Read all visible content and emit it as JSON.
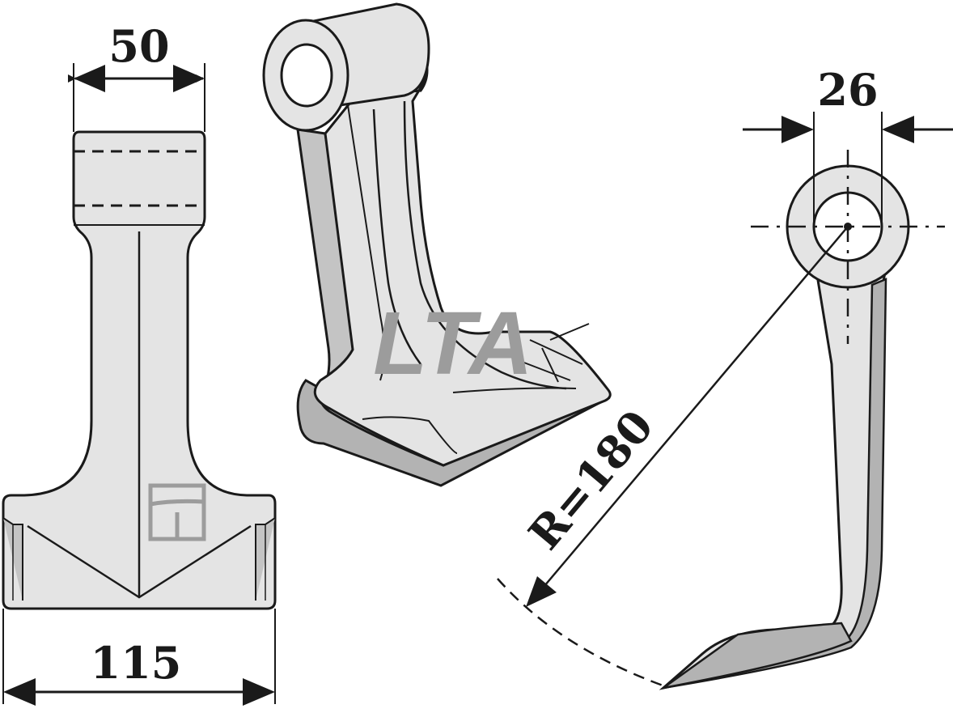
{
  "colors": {
    "part_fill": "#e4e4e4",
    "part_shade": "#c4c4c4",
    "part_dark": "#a9a9a9",
    "outline": "#1a1a1a",
    "watermark": "#9c9c9c"
  },
  "dimensions": {
    "top_width": "50",
    "bottom_width": "115",
    "bore_width": "26",
    "radius": "R=180"
  },
  "logo": {
    "text": "LTA"
  }
}
